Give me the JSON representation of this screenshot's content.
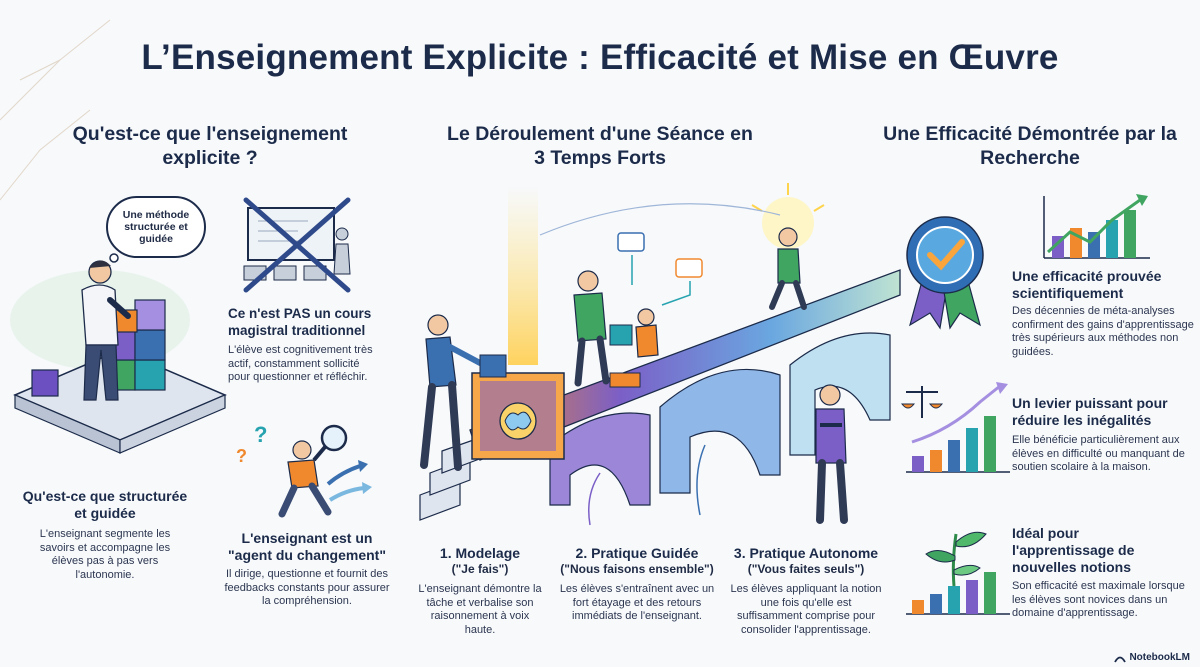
{
  "title": "L’Enseignement Explicite : Efficacité et Mise en Œuvre",
  "left": {
    "heading": "Qu'est-ce que l'enseignement explicite ?",
    "bubble": "Une méthode structurée et guidée",
    "not_lecture": {
      "title": "Ce n'est PAS un cours magistral traditionnel",
      "text": "L'élève est cognitivement très actif, constamment sollicité pour questionner et réfléchir."
    },
    "structured": {
      "title": "Qu'est-ce que structurée et guidée",
      "text": "L'enseignant segmente les savoirs et accompagne les élèves pas à pas vers l'autonomie."
    },
    "agent": {
      "title": "L'enseignant est un \"agent du changement\"",
      "text": "Il dirige, questionne et fournit des feedbacks constants pour assurer la compréhension."
    }
  },
  "middle": {
    "heading": "Le Déroulement d'une Séance en 3 Temps Forts",
    "steps": [
      {
        "title": "1. Modelage",
        "subtitle": "(\"Je fais\")",
        "text": "L'enseignant démontre la tâche et verbalise son raisonnement à voix haute."
      },
      {
        "title": "2. Pratique Guidée",
        "subtitle": "(\"Nous faisons ensemble\")",
        "text": "Les élèves s'entraînent avec un fort étayage et des retours immédiats de l'enseignant."
      },
      {
        "title": "3. Pratique Autonome",
        "subtitle": "(\"Vous faites seuls\")",
        "text": "Les élèves appliquant la notion une fois qu'elle est suffisamment comprise pour consolider l'apprentissage."
      }
    ]
  },
  "right": {
    "heading": "Une Efficacité Démontrée par la Recherche",
    "items": [
      {
        "title": "Une efficacité prouvée scientifiquement",
        "text": "Des décennies de méta-analyses confirment des gains d'apprentissage très supérieurs aux méthodes non guidées."
      },
      {
        "title": "Un levier puissant pour réduire les inégalités",
        "text": "Elle bénéficie particulièrement aux élèves en difficulté ou manquant de soutien scolaire à la maison."
      },
      {
        "title": "Idéal pour l'apprentissage de nouvelles notions",
        "text": "Son efficacité est maximale lorsque les élèves sont novices dans un domaine d'apprentissage."
      }
    ]
  },
  "brand": "NotebookLM",
  "colors": {
    "navy": "#1c2b4a",
    "blue": "#3a6fb0",
    "purple": "#7b5fc7",
    "orange": "#f0892e",
    "green": "#3fa561",
    "teal": "#27a3b0"
  }
}
